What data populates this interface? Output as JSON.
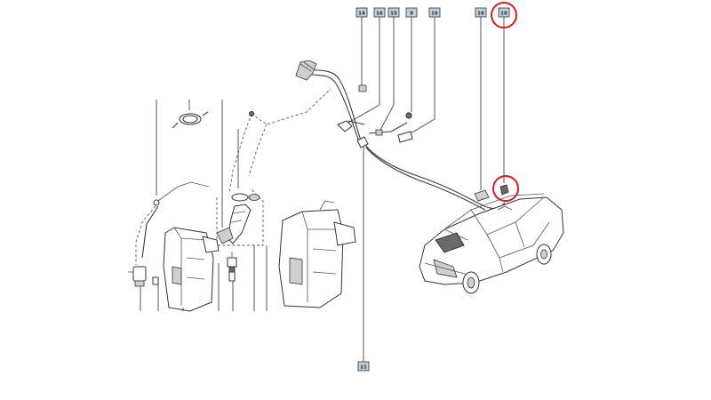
{
  "callouts": {
    "c1": "14",
    "c2": "16",
    "c3": "15",
    "c4": "9",
    "c5": "16",
    "c6": "16",
    "c7": "10",
    "c8": "11"
  },
  "colors": {
    "highlight": "#d41c1c",
    "callout_fill": "#c3ced6"
  }
}
